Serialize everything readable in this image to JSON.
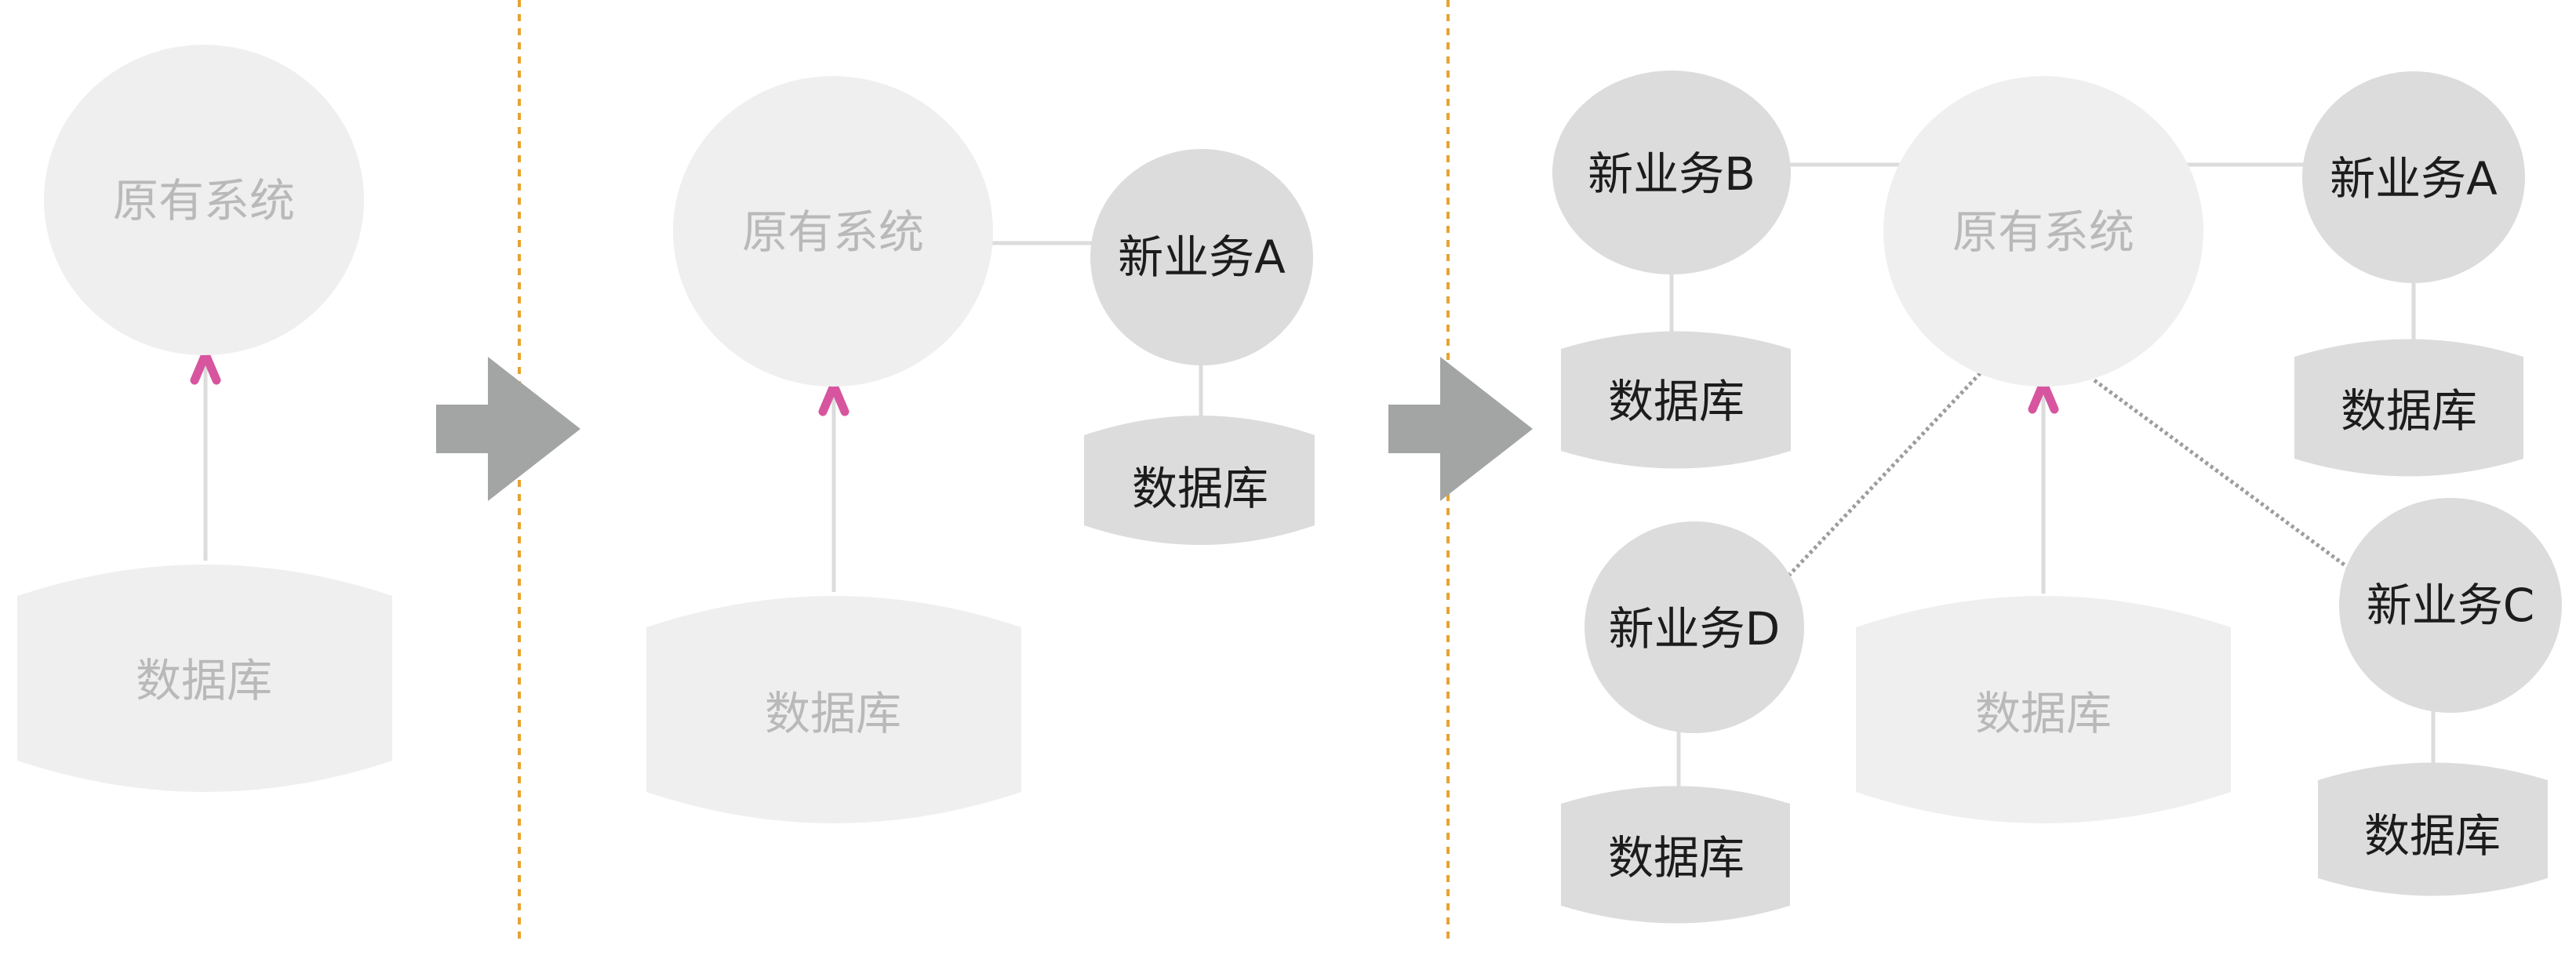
{
  "colors": {
    "legacy_fill": "#efefef",
    "legacy_text": "#b9b9b9",
    "new_fill": "#dcdcdd",
    "new_text": "#1c1c1c",
    "connector": "#dcdcdc",
    "dotted_connector": "#9d9d9d",
    "divider": "#e6a331",
    "arrow": "#a3a5a4",
    "marker": "#d7559f"
  },
  "icons": {
    "stage_arrow": "right-arrow-icon",
    "call_marker": "caret-up-icon"
  },
  "stages": [
    {
      "system": {
        "label": "原有系统"
      },
      "database": {
        "label": "数据库"
      }
    },
    {
      "system": {
        "label": "原有系统"
      },
      "database": {
        "label": "数据库"
      },
      "new_services": [
        {
          "label": "新业务A",
          "database_label": "数据库"
        }
      ]
    },
    {
      "system": {
        "label": "原有系统"
      },
      "database": {
        "label": "数据库"
      },
      "new_services": [
        {
          "label": "新业务B",
          "database_label": "数据库"
        },
        {
          "label": "新业务A",
          "database_label": "数据库"
        },
        {
          "label": "新业务D",
          "database_label": "数据库"
        },
        {
          "label": "新业务C",
          "database_label": "数据库"
        }
      ]
    }
  ]
}
